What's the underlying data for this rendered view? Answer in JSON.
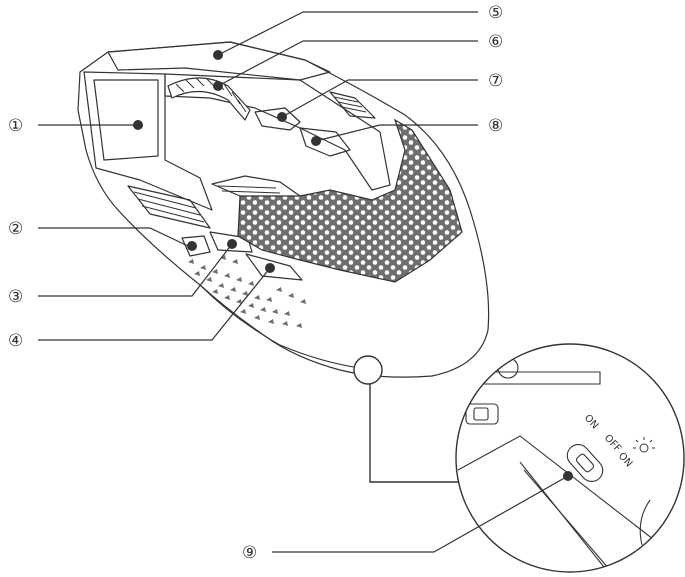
{
  "callouts": [
    {
      "id": "1",
      "label": "①"
    },
    {
      "id": "2",
      "label": "②"
    },
    {
      "id": "3",
      "label": "③"
    },
    {
      "id": "4",
      "label": "④"
    },
    {
      "id": "5",
      "label": "⑤"
    },
    {
      "id": "6",
      "label": "⑥"
    },
    {
      "id": "7",
      "label": "⑦"
    },
    {
      "id": "8",
      "label": "⑧"
    },
    {
      "id": "9",
      "label": "⑨"
    }
  ],
  "switch_labels": {
    "on": "ON",
    "off": "OFF",
    "light_on": "ON",
    "light_icon": "light-bulb-icon"
  },
  "colors": {
    "line": "#333333",
    "mesh": "#6e6e6e",
    "background": "#ffffff"
  }
}
